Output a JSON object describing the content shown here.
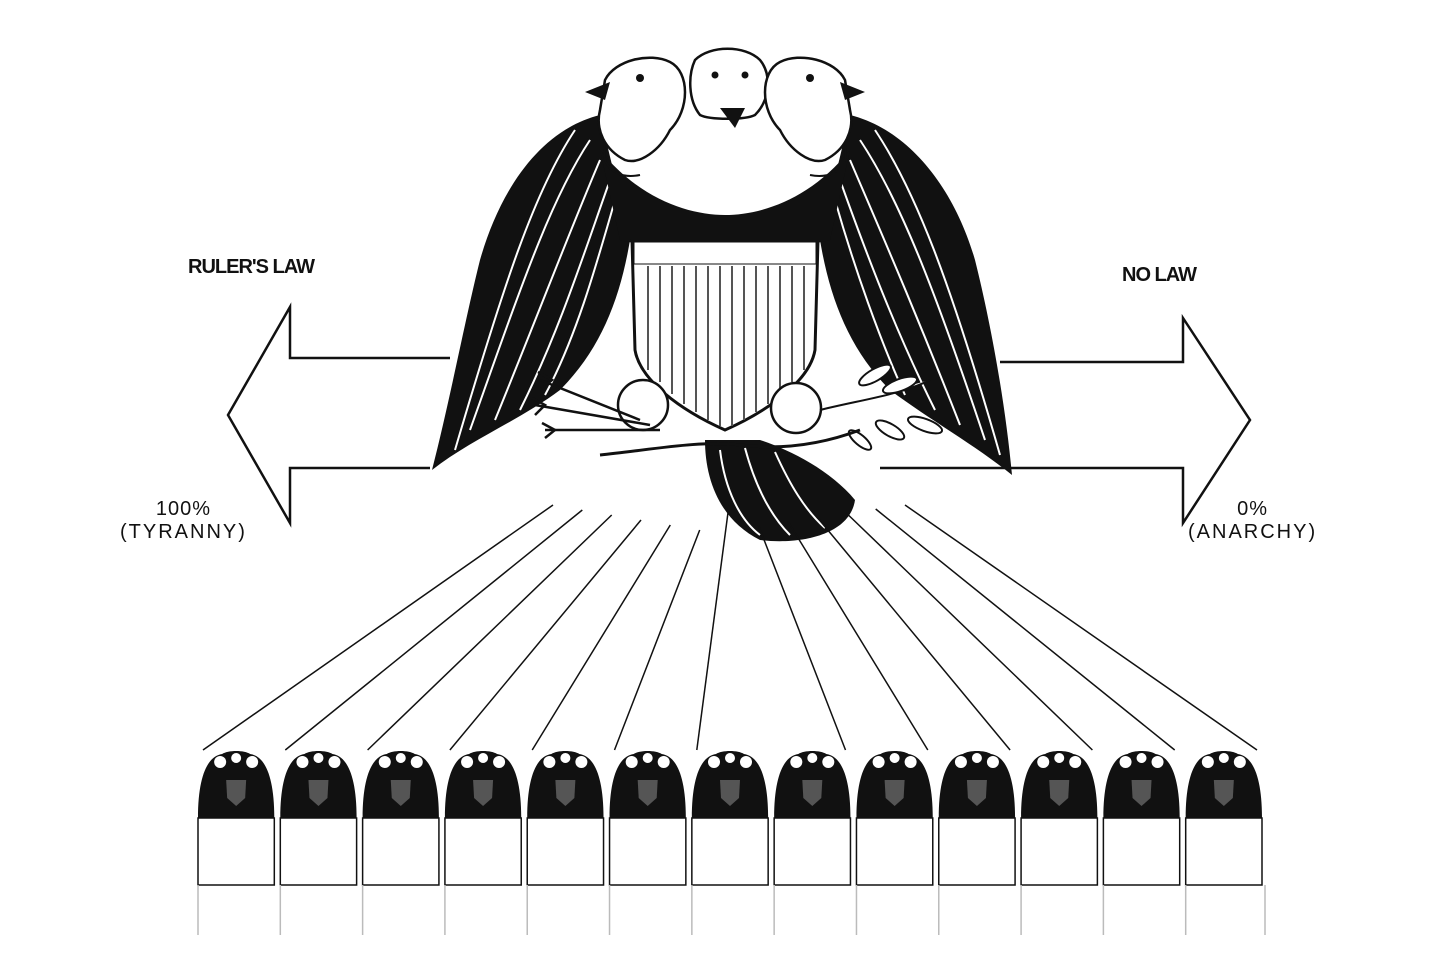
{
  "labels": {
    "rulers_law": "RULER'S LAW",
    "no_law": "NO LAW",
    "left_percent": "100%",
    "left_term": "(TYRANNY)",
    "right_percent": "0%",
    "right_term": "(ANARCHY)"
  },
  "states": {
    "count": 13
  },
  "colors": {
    "ink": "#111111",
    "paper": "#ffffff",
    "shield_stripe": "#555555"
  },
  "icons": {
    "central": "double-headed-eagle-three-heads-icon",
    "small": "small-eagle-icon"
  }
}
